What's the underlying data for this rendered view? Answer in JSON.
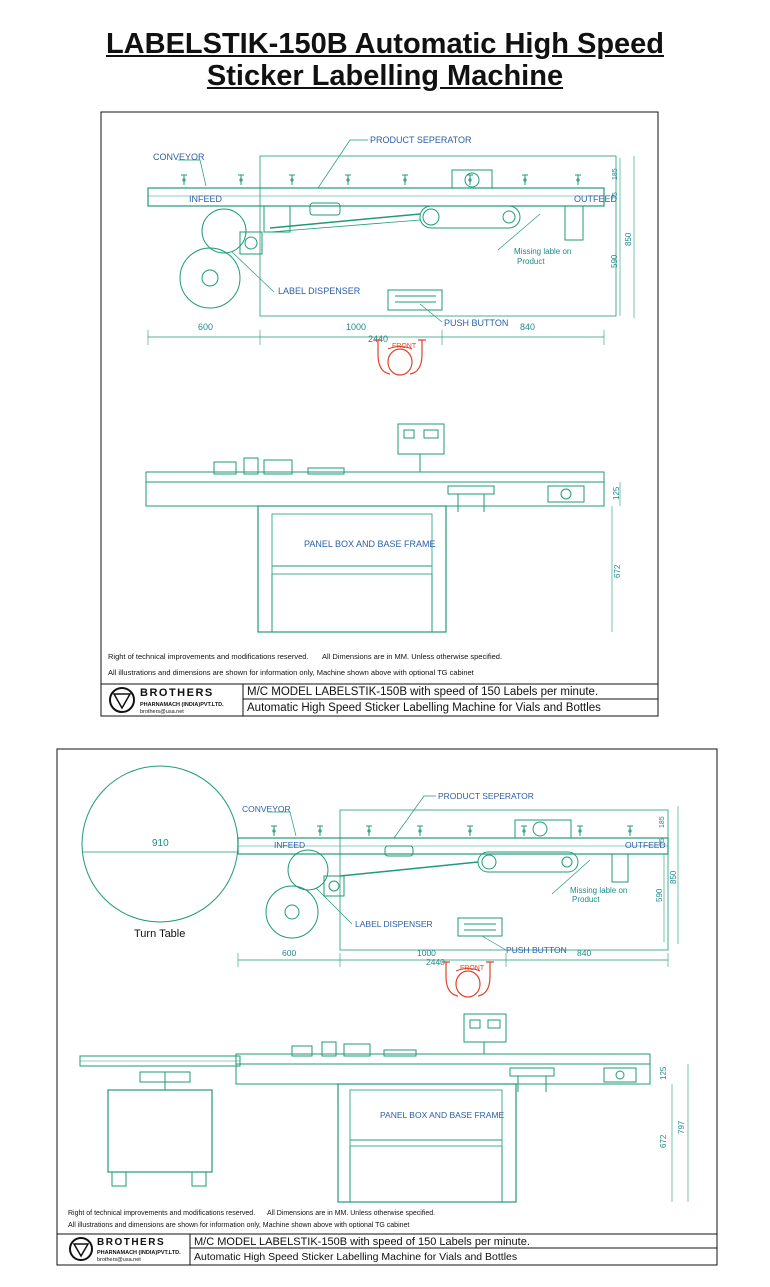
{
  "title": {
    "line1": "LABELSTIK-150B  Automatic High Speed",
    "line2": "Sticker Labelling Machine"
  },
  "labels": {
    "conveyor": "CONVEYOR",
    "product_separator": "PRODUCT SEPERATOR",
    "infeed": "INFEED",
    "outfeed": "OUTFEED",
    "missing_label_1": "Missing lable on",
    "missing_label_2": "Product",
    "label_dispenser": "LABEL DISPENSER",
    "push_button": "PUSH BUTTON",
    "front": "FRONT",
    "panel_box": "PANEL BOX AND BASE FRAME",
    "turn_table": "Turn Table"
  },
  "dimensions": {
    "d600": "600",
    "d1000": "1000",
    "d840": "840",
    "d2440": "2440",
    "d850": "850",
    "d590": "590",
    "d185": "185",
    "d75": "75",
    "d125": "125",
    "d672": "672",
    "d797": "797",
    "d910": "910"
  },
  "notes": {
    "rights_a": "Right of technical improvements and modifications reserved.",
    "rights_b": "All Dimensions are in MM. Unless otherwise specified.",
    "illustrations": "All illustrations and dimensions are shown for information only, Machine shown above with optional TG cabinet"
  },
  "title_block": {
    "brand": "BROTHERS",
    "company": "PHARNAMACH (INDIA)PVT.LTD.",
    "email": "brothers@usa.net",
    "model": "M/C MODEL LABELSTIK-150B with speed of 150  Labels per minute.",
    "description": "Automatic High Speed Sticker Labelling Machine for Vials and Bottles"
  },
  "colors": {
    "line": "#1f9a7a",
    "text_blue": "#2a5fa8",
    "dim_text": "#1f8a8a",
    "operator": "#e0442a"
  }
}
